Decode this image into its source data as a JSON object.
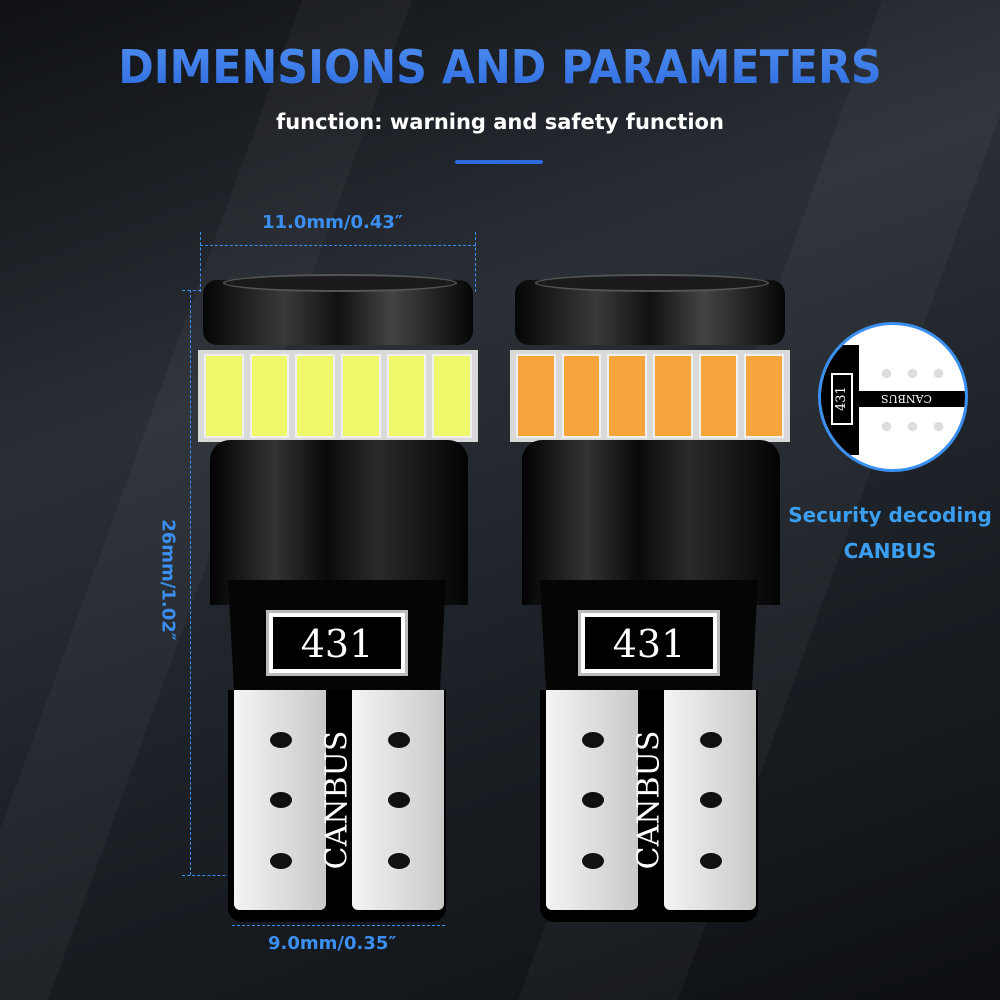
{
  "title": "DIMENSIONS AND PARAMETERS",
  "subtitle": "function: warning and safety function",
  "dimensions": {
    "width_top": "11.0mm/0.43″",
    "height": "26mm/1.02″",
    "width_base": "9.0mm/0.35″"
  },
  "bulbs": [
    {
      "variant": "white",
      "led_color": "#eef86a",
      "label": "431",
      "canbus_text": "CANBUS"
    },
    {
      "variant": "amber",
      "led_color": "#f5a53c",
      "label": "431",
      "canbus_text": "CANBUS"
    }
  ],
  "inset": {
    "label": "431",
    "canbus_text": "CANBUS",
    "caption_line1": "Security decoding",
    "caption_line2": "CANBUS"
  },
  "colors": {
    "accent": "#2d6be0",
    "dimension": "#3b8ff0"
  }
}
